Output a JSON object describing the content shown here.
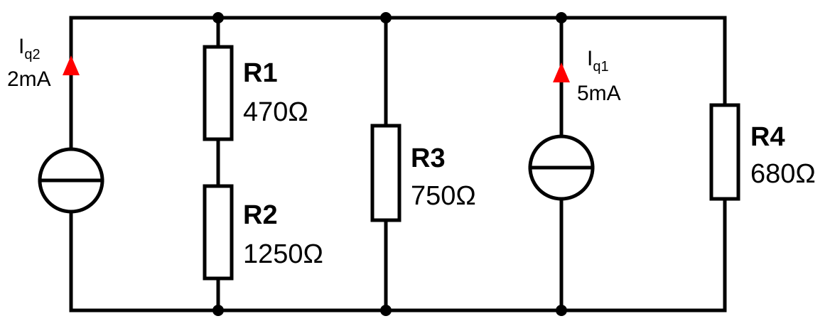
{
  "colors": {
    "wire": "#000000",
    "arrow": "#ff0000",
    "background": "#ffffff"
  },
  "resistors": [
    {
      "id": "R1",
      "name": "R1",
      "value": "470Ω"
    },
    {
      "id": "R2",
      "name": "R2",
      "value": "1250Ω"
    },
    {
      "id": "R3",
      "name": "R3",
      "value": "750Ω"
    },
    {
      "id": "R4",
      "name": "R4",
      "value": "680Ω"
    }
  ],
  "sources": [
    {
      "id": "Iq2",
      "symbol": "I",
      "subscript": "q2",
      "value": "2mA"
    },
    {
      "id": "Iq1",
      "symbol": "I",
      "subscript": "q1",
      "value": "5mA"
    }
  ]
}
